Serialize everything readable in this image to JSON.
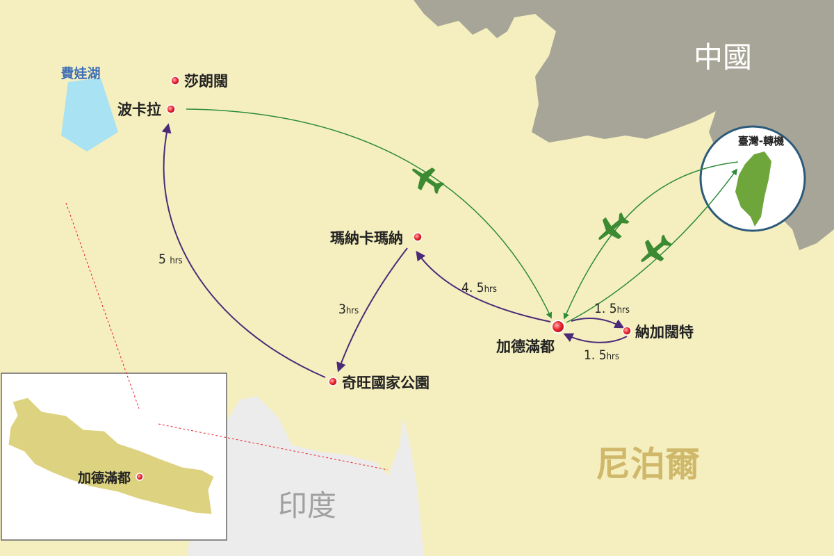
{
  "regions": {
    "china": "中國",
    "nepal": "尼泊爾",
    "india": "印度"
  },
  "lake": "費娃湖",
  "cities": {
    "sarangkot": "莎朗闊",
    "pokhara": "波卡拉",
    "manakamana": "瑪納卡瑪納",
    "chitwan": "奇旺國家公園",
    "kathmandu": "加德滿都",
    "nagarkot": "納加闊特"
  },
  "taiwan_transfer": "臺灣-轉機",
  "routes": {
    "kathmandu_to_manakamana": {
      "num": "4. 5",
      "unit": "hrs"
    },
    "manakamana_to_chitwan": {
      "num": "3",
      "unit": "hrs"
    },
    "chitwan_to_pokhara": {
      "num": "5 ",
      "unit": "hrs"
    },
    "kathmandu_to_nagarkot": {
      "num": "1. 5",
      "unit": "hrs"
    },
    "nagarkot_to_kathmandu": {
      "num": "1. 5",
      "unit": "hrs"
    }
  },
  "inset": {
    "capital": "加德滿都"
  },
  "colors": {
    "land": "#f5efbf",
    "china": "#a7a597",
    "india": "#ececec",
    "lake": "#a8e2f3",
    "road_route": "#4a2a78",
    "flight_route": "#2e8b3a",
    "plane": "#3c8a32",
    "taiwan": "#6fa63b",
    "city_dot": "#e8202a",
    "nepal_label": "#cfb86a",
    "lake_label": "#3e6fb6"
  },
  "icons": {
    "plane": "airplane-icon",
    "city": "red-dot-icon"
  }
}
